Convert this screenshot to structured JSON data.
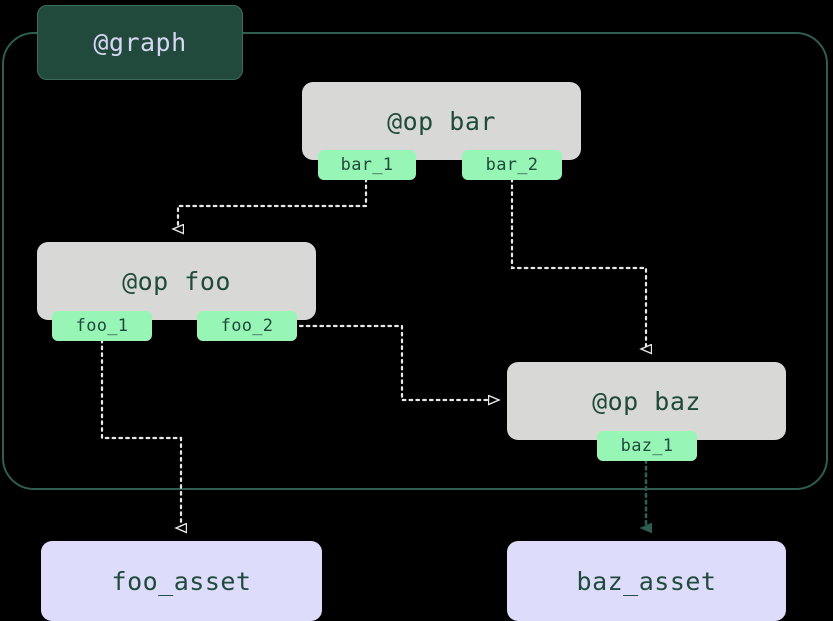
{
  "diagram": {
    "type": "flowchart",
    "background_color": "#000000",
    "subgraph": {
      "label": "@graph",
      "label_bg": "#214a3c",
      "label_text_color": "#d7d7f5",
      "border_color": "#2f5d50"
    },
    "op_nodes": [
      {
        "id": "bar",
        "label": "@op bar",
        "fill": "#d8d8d6",
        "text_color": "#1f4a3c"
      },
      {
        "id": "foo",
        "label": "@op foo",
        "fill": "#d8d8d6",
        "text_color": "#1f4a3c"
      },
      {
        "id": "baz",
        "label": "@op baz",
        "fill": "#d8d8d6",
        "text_color": "#1f4a3c"
      }
    ],
    "ports": [
      {
        "id": "bar_1",
        "label": "bar_1",
        "parent": "bar",
        "fill": "#97f5b5"
      },
      {
        "id": "bar_2",
        "label": "bar_2",
        "parent": "bar",
        "fill": "#97f5b5"
      },
      {
        "id": "foo_1",
        "label": "foo_1",
        "parent": "foo",
        "fill": "#97f5b5"
      },
      {
        "id": "foo_2",
        "label": "foo_2",
        "parent": "foo",
        "fill": "#97f5b5"
      },
      {
        "id": "baz_1",
        "label": "baz_1",
        "parent": "baz",
        "fill": "#97f5b5"
      }
    ],
    "asset_nodes": [
      {
        "id": "foo_asset",
        "label": "foo_asset",
        "fill": "#dedcfb",
        "text_color": "#1f4a3c"
      },
      {
        "id": "baz_asset",
        "label": "baz_asset",
        "fill": "#dedcfb",
        "text_color": "#1f4a3c"
      }
    ],
    "edges": [
      {
        "from": "bar_1",
        "to": "foo",
        "style": "dotted",
        "color": "#e8e8e8",
        "arrow": "hollow"
      },
      {
        "from": "bar_2",
        "to": "baz",
        "style": "dotted",
        "color": "#e8e8e8",
        "arrow": "hollow"
      },
      {
        "from": "foo_2",
        "to": "baz",
        "style": "dotted",
        "color": "#e8e8e8",
        "arrow": "hollow"
      },
      {
        "from": "foo_1",
        "to": "foo_asset",
        "style": "dotted",
        "color": "#e8e8e8",
        "arrow": "hollow"
      },
      {
        "from": "baz_1",
        "to": "baz_asset",
        "style": "dotted",
        "color": "#2f5d50",
        "arrow": "filled"
      }
    ]
  }
}
